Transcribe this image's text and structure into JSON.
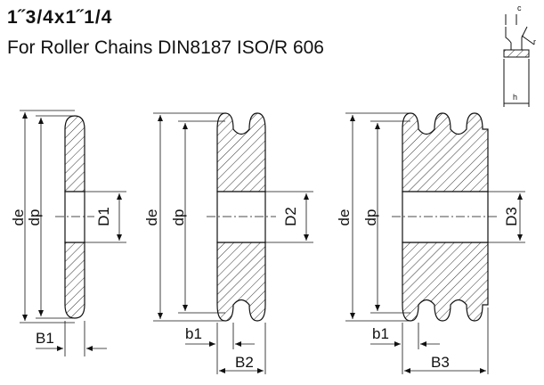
{
  "header": {
    "title": "1˝3/4x1˝1/4",
    "subtitle": "For Roller Chains DIN8187 ISO/R 606"
  },
  "labels": {
    "de": "de",
    "dp": "dp",
    "d1": "D1",
    "d2": "D2",
    "d3": "D3",
    "b1_big": "B1",
    "b1_small": "b1",
    "b2": "B2",
    "b3": "B3",
    "c": "c",
    "r": "r",
    "h": "h"
  },
  "colors": {
    "line": "#111111",
    "hatch": "#333333"
  }
}
